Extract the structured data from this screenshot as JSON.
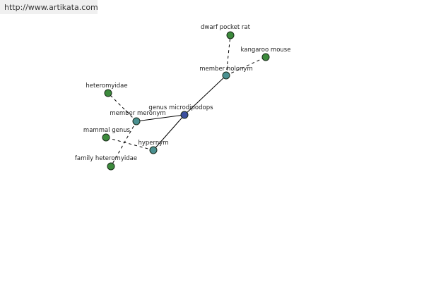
{
  "watermark": "http://www.artikata.com",
  "colors": {
    "center": "#3c50a0",
    "relation": "#4a9090",
    "word": "#3c8a3c"
  },
  "nodes": [
    {
      "id": "center",
      "label": "genus microdipodops",
      "kind": "center"
    },
    {
      "id": "holonym",
      "label": "member holonym",
      "kind": "relation"
    },
    {
      "id": "meronym",
      "label": "member meronym",
      "kind": "relation"
    },
    {
      "id": "hypernym",
      "label": "hypernym",
      "kind": "relation"
    },
    {
      "id": "dwarf",
      "label": "dwarf pocket rat",
      "kind": "word"
    },
    {
      "id": "kangaroo",
      "label": "kangaroo mouse",
      "kind": "word"
    },
    {
      "id": "hetero",
      "label": "heteromyidae",
      "kind": "word"
    },
    {
      "id": "mammal",
      "label": "mammal genus",
      "kind": "word"
    },
    {
      "id": "family",
      "label": "family heteromyidae",
      "kind": "word"
    }
  ],
  "edges": [
    {
      "from": "center",
      "to": "holonym",
      "style": "solid"
    },
    {
      "from": "center",
      "to": "meronym",
      "style": "solid"
    },
    {
      "from": "center",
      "to": "hypernym",
      "style": "solid"
    },
    {
      "from": "holonym",
      "to": "dwarf",
      "style": "dashed"
    },
    {
      "from": "holonym",
      "to": "kangaroo",
      "style": "dashed"
    },
    {
      "from": "meronym",
      "to": "hetero",
      "style": "dashed"
    },
    {
      "from": "meronym",
      "to": "family",
      "style": "dashed"
    },
    {
      "from": "hypernym",
      "to": "mammal",
      "style": "dashed"
    }
  ]
}
